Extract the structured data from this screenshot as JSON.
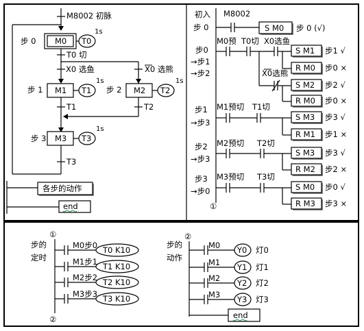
{
  "sfc": {
    "m8002": "M8002 初脉",
    "steps": [
      {
        "label": "步 0",
        "box": "M0",
        "timer": "T0"
      },
      {
        "label": "步 1",
        "box": "M1",
        "timer": "T1"
      },
      {
        "label": "步 2",
        "box": "M2",
        "timer": "T2"
      },
      {
        "label": "步 3",
        "box": "M3",
        "timer": "T3"
      }
    ],
    "time_unit": "1s",
    "transitions": {
      "t0": "T0 切",
      "x0_fish": "X0 选鱼",
      "x0_bear": "X0 选熊",
      "t1": "T1",
      "t2": "T2",
      "t3": "T3"
    },
    "action_label": "各步的动作",
    "end_label": "end"
  },
  "ladder": {
    "init_label": "初入",
    "init_step": "步 0",
    "m8002": "M8002",
    "set_m0": "S  M0",
    "step0_check": "步 0 (√)",
    "rung1": {
      "left_a": "步0",
      "left_b": "→步1",
      "left_c": "→步2",
      "m0_pre": "M0预",
      "t0_cut": "T0切",
      "x0_fish": "X0选鱼",
      "x0_bear": "X0选熊",
      "coils": [
        "S  M1",
        "R  M0",
        "S  M2",
        "R  M0"
      ],
      "notes": [
        "步1 √",
        "步0 ×",
        "步2 √",
        "步0 ×"
      ]
    },
    "rung2": {
      "left_a": "步1",
      "left_b": "→步3",
      "c1": "M1预切",
      "c2": "T1切",
      "coils": [
        "S  M3",
        "R  M1"
      ],
      "notes": [
        "步3 √",
        "步1 ×"
      ]
    },
    "rung3": {
      "left_a": "步2",
      "left_b": "→步3",
      "c1": "M2预切",
      "c2": "T2切",
      "coils": [
        "S  M3",
        "R  M2"
      ],
      "notes": [
        "步3 √",
        "步2 ×"
      ]
    },
    "rung4": {
      "left_a": "步3",
      "left_b": "→步0",
      "c1": "M3预切",
      "c2": "T3切",
      "coils": [
        "S  M0",
        "R  M3"
      ],
      "notes": [
        "步0 √",
        "步3 ×"
      ]
    },
    "marker": "①"
  },
  "timers": {
    "title_a": "步的",
    "title_b": "定时",
    "marker_top": "①",
    "marker_bottom": "②",
    "rows": [
      {
        "contact": "M0步0",
        "coil": "T0  K10"
      },
      {
        "contact": "M1步1",
        "coil": "T1  K10"
      },
      {
        "contact": "M2步2",
        "coil": "T2  K10"
      },
      {
        "contact": "M3步3",
        "coil": "T3  K10"
      }
    ]
  },
  "actions": {
    "title_a": "步的",
    "title_b": "动作",
    "marker_top": "②",
    "rows": [
      {
        "contact": "M0",
        "coil": "Y0",
        "note": "灯0"
      },
      {
        "contact": "M1",
        "coil": "Y1",
        "note": "灯1"
      },
      {
        "contact": "M2",
        "coil": "Y2",
        "note": "灯2"
      },
      {
        "contact": "M3",
        "coil": "Y3",
        "note": "灯3"
      }
    ],
    "end_label": "end"
  }
}
